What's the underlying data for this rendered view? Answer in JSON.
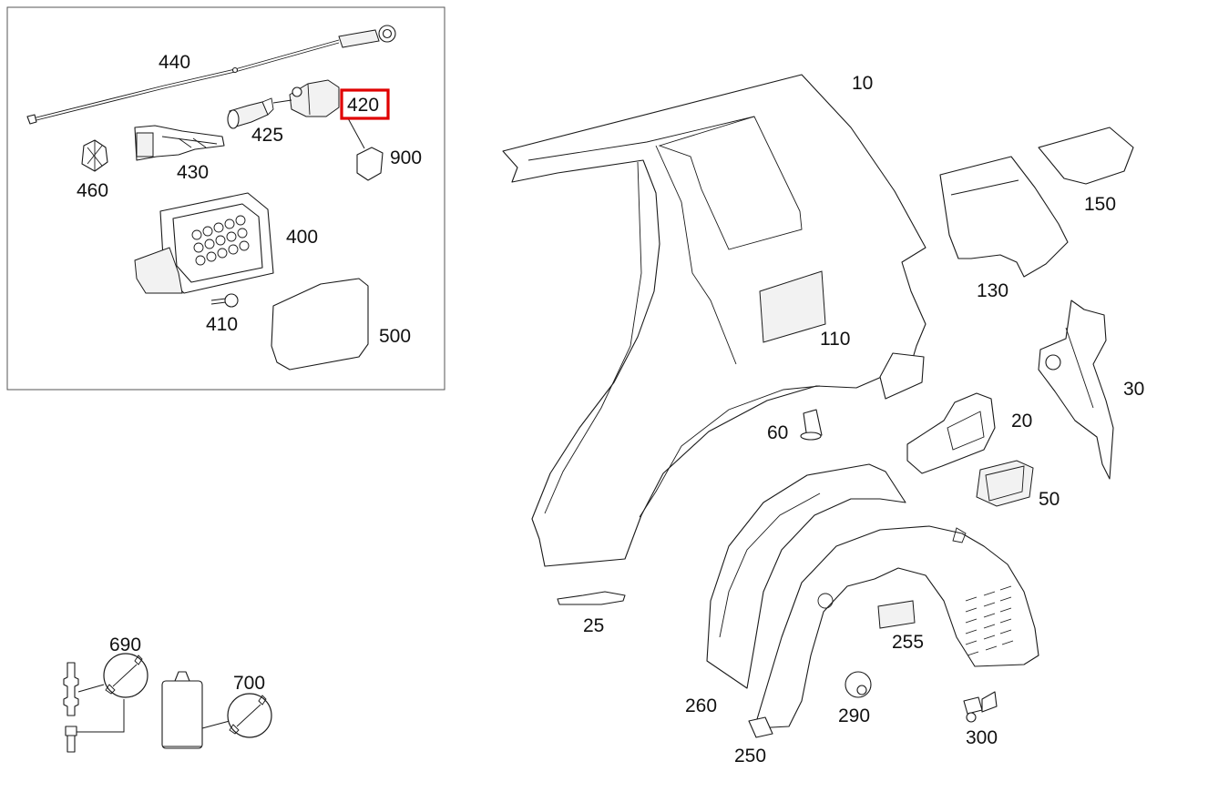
{
  "callouts": {
    "p440": "440",
    "p420": "420",
    "p425": "425",
    "p900": "900",
    "p430": "430",
    "p460": "460",
    "p400": "400",
    "p410": "410",
    "p500": "500",
    "p690": "690",
    "p700": "700",
    "p10": "10",
    "p150": "150",
    "p130": "130",
    "p110": "110",
    "p30": "30",
    "p20": "20",
    "p60": "60",
    "p50": "50",
    "p25": "25",
    "p255": "255",
    "p260": "260",
    "p290": "290",
    "p300": "300",
    "p250": "250"
  },
  "highlight": {
    "part": "420",
    "color": "#e00000"
  },
  "icons": {
    "tool_icon": "wrench-icon"
  }
}
